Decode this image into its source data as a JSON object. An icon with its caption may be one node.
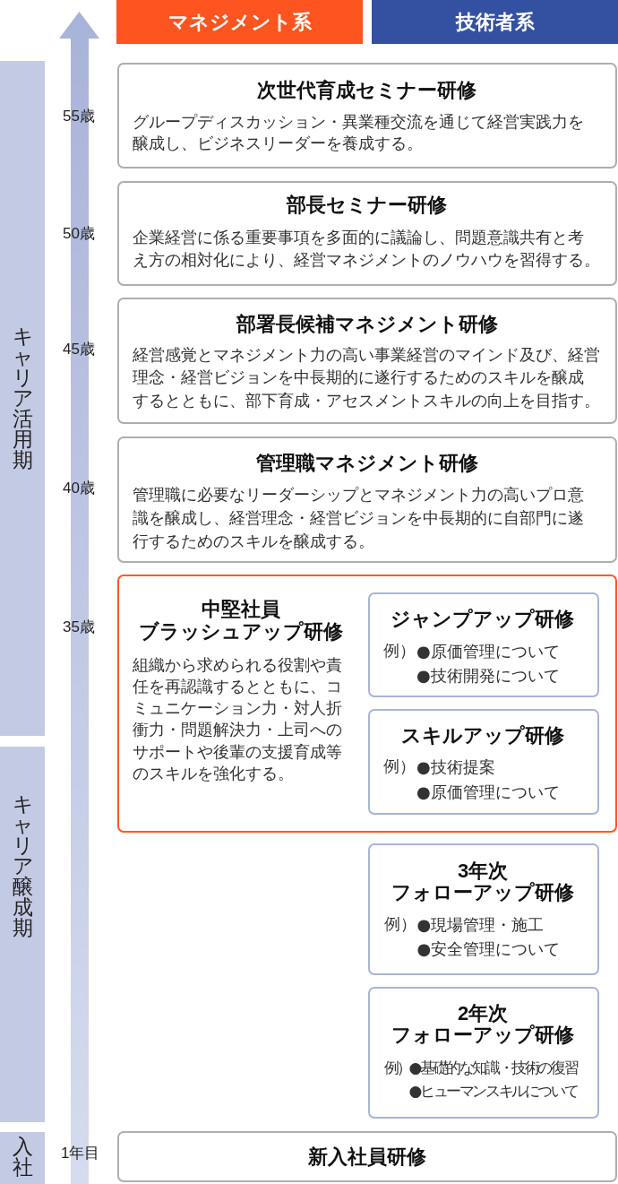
{
  "diagram": {
    "nodes": [
      {
        "text": [
          "マネジメント系"
        ]
      },
      {
        "text": [
          "技術者系"
        ]
      },
      {
        "text": [
          "キャリア活用期"
        ]
      },
      {
        "text": [
          "キャリア醸成期"
        ]
      },
      {
        "text": [
          "入社"
        ]
      },
      {
        "text": [
          "次世代育成セミナー研修",
          "グループディスカッション・異業種交流を通じて経営実践力を醸成し、ビジネスリーダーを養成する。"
        ]
      },
      {
        "text": [
          "部長セミナー研修",
          "企業経営に係る重要事項を多面的に議論し、問題意識共有と考え方の相対化により、経営マネジメントのノウハウを習得する。"
        ]
      },
      {
        "text": [
          "部署長候補マネジメント研修",
          "経営感覚とマネジメント力の高い事業経営のマインド及び、経営理念・経営ビジョンを中長期的に遂行するためのスキルを醸成するとともに、部下育成・アセスメントスキルの向上を目指す。"
        ]
      },
      {
        "text": [
          "管理職マネジメント研修",
          "管理職に必要なリーダーシップとマネジメント力の高いプロ意識を醸成し、経営理念・経営ビジョンを中長期的に自部門に遂行するためのスキルを醸成する。"
        ]
      },
      {
        "text": [
          "中堅社員ブラッシュアップ研修",
          "組織から求められる役割や責任を再認識するとともに、コミュニケーション力・対人折衝力・問題解決力・上司へのサポートや後輩の支援育成等のスキルを強化する。"
        ]
      },
      {
        "text": [
          "ジャンプアップ研修",
          "例）",
          "●原価管理について",
          "●技術開発について"
        ],
        "in": 9
      },
      {
        "text": [
          "スキルアップ研修",
          "例）",
          "●技術提案",
          "●原価管理について"
        ],
        "in": 9
      },
      {
        "text": [
          "3年次フォローアップ研修",
          "例）",
          "●現場管理・施工",
          "●安全管理について"
        ]
      },
      {
        "text": [
          "2年次フォローアップ研修",
          "例）",
          "●基礎的な知識・技術の復習",
          "●ヒューマンスキルについて"
        ]
      },
      {
        "text": [
          "新入社員研修"
        ]
      }
    ],
    "labels": [
      "55歳",
      "50歳",
      "45歳",
      "40歳",
      "35歳",
      "1年目"
    ]
  }
}
